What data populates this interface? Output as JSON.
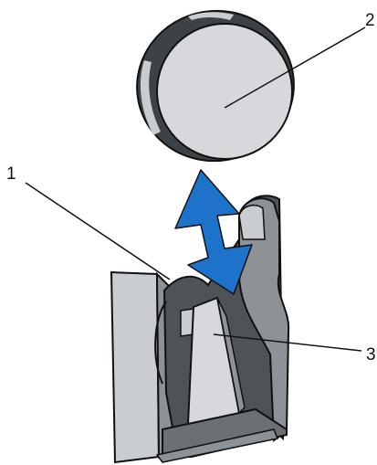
{
  "callouts": [
    {
      "number": "1"
    },
    {
      "number": "2"
    },
    {
      "number": "3"
    }
  ],
  "colors": {
    "background": "#ffffff",
    "battery_face": "#d6d8db",
    "battery_rim": "#3d4246",
    "connector_light": "#c9ccd0",
    "connector_mid": "#8d9296",
    "connector_dark": "#4e5357",
    "arrow": "#1d73c9",
    "outline": "#111111"
  },
  "icons": {
    "battery": "coin-cell-battery-icon",
    "connector": "battery-connector-icon",
    "arrow": "double-headed-arrow-icon"
  }
}
